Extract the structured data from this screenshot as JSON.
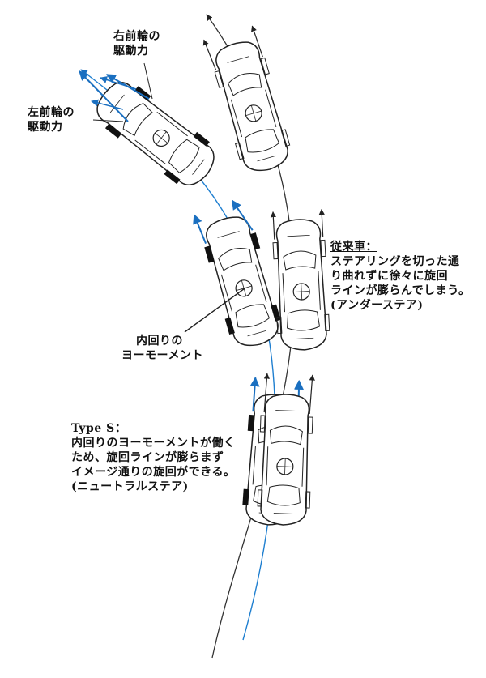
{
  "labels": {
    "right_front_line1": "右前輪の",
    "right_front_line2": "駆動力",
    "left_front_line1": "左前輪の",
    "left_front_line2": "駆動力",
    "conventional_title": "従来車：",
    "conventional_line1": "ステアリングを切った通",
    "conventional_line2": "り曲れずに徐々に旋回",
    "conventional_line3": "ラインが膨らんでしまう。",
    "conventional_line4": "(アンダーステア)",
    "yaw_line1": "内回りの",
    "yaw_line2": "ヨーモーメント",
    "types_title": "Type S：",
    "types_line1": "内回りのヨーモーメントが働く",
    "types_line2": "ため、旋回ラインが膨らまず",
    "types_line3": "イメージ通りの旋回ができる。",
    "types_line4": "(ニュートラルステア)"
  },
  "colors": {
    "type_s_path": "#1f7fd0",
    "conventional_path": "#333333",
    "drive_force_arrow": "#1a6fc0",
    "outline": "#222222",
    "background": "#ffffff"
  }
}
